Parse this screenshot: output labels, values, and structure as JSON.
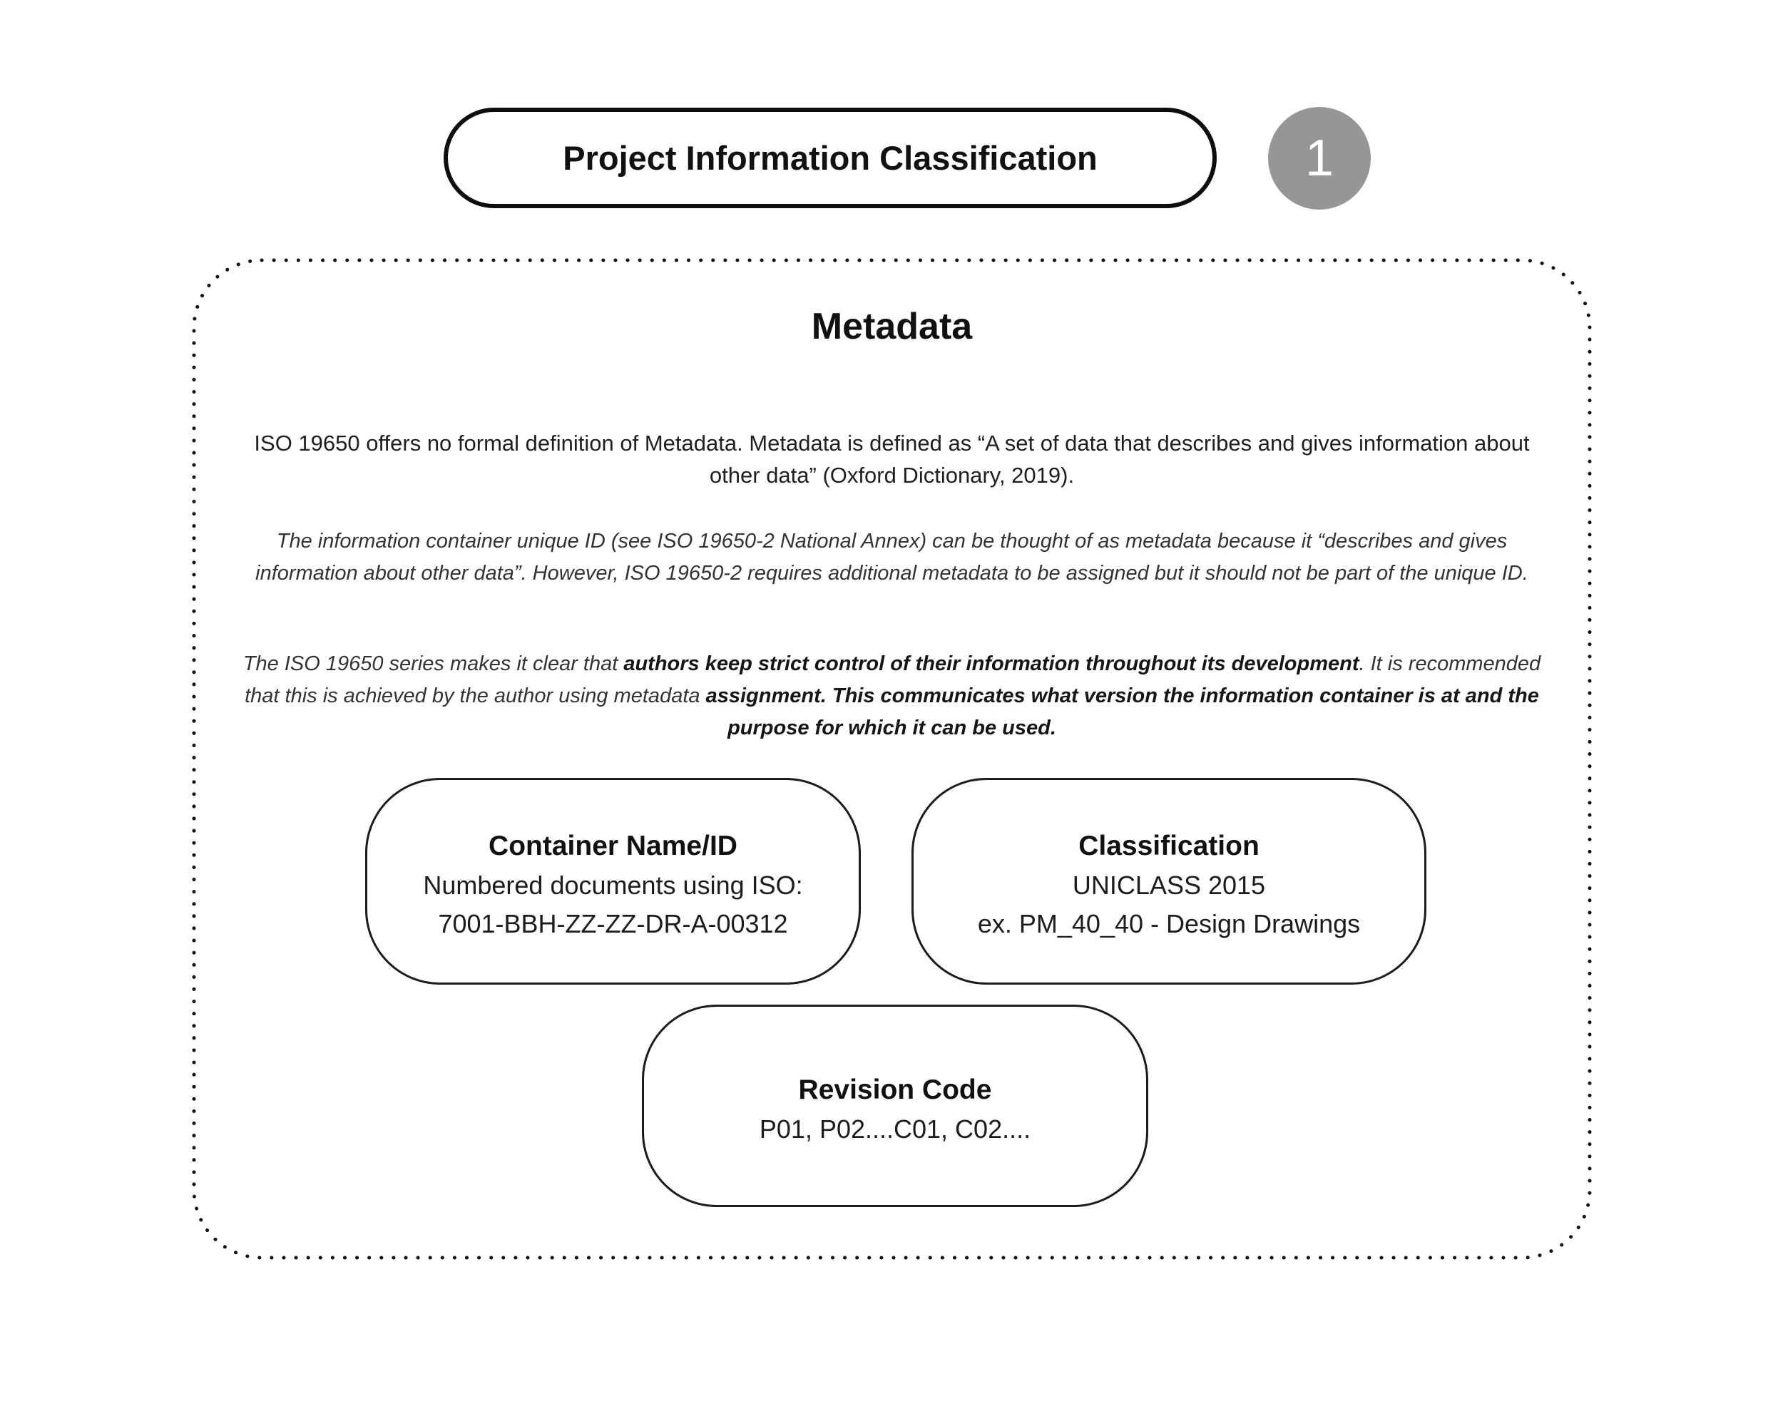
{
  "header": {
    "title": "Project Information Classification",
    "step_number": "1"
  },
  "colors": {
    "step_circle": "#969696",
    "border": "#1a1a1a",
    "background": "#ffffff"
  },
  "metadata_panel": {
    "heading": "Metadata",
    "para1": "ISO 19650 offers no formal definition of Metadata.  Metadata is defined as “A set of data that describes and gives information about other data” (Oxford Dictionary, 2019).",
    "para2": "The information container unique ID (see ISO 19650-2 National Annex) can be thought of as metadata because it “describes and gives information about other data”.  However, ISO 19650-2 requires additional metadata to be assigned but it should not be part of the unique ID.",
    "para3": {
      "seg1": "The ISO 19650 series makes it clear that ",
      "seg2": "authors keep strict control of their information throughout its development",
      "seg3": ".  It is recommended that this is achieved by the author using metadata ",
      "seg4": "assignment. This communicates what version the information container is at and the purpose for which it can be used."
    },
    "boxes": [
      {
        "title": "Container Name/ID",
        "lines": [
          "Numbered documents using ISO:",
          "7001-BBH-ZZ-ZZ-DR-A-00312"
        ]
      },
      {
        "title": "Classification",
        "lines": [
          "UNICLASS 2015",
          "ex. PM_40_40 - Design Drawings"
        ]
      },
      {
        "title": "Revision Code",
        "lines": [
          "P01, P02....C01, C02...."
        ]
      }
    ]
  }
}
